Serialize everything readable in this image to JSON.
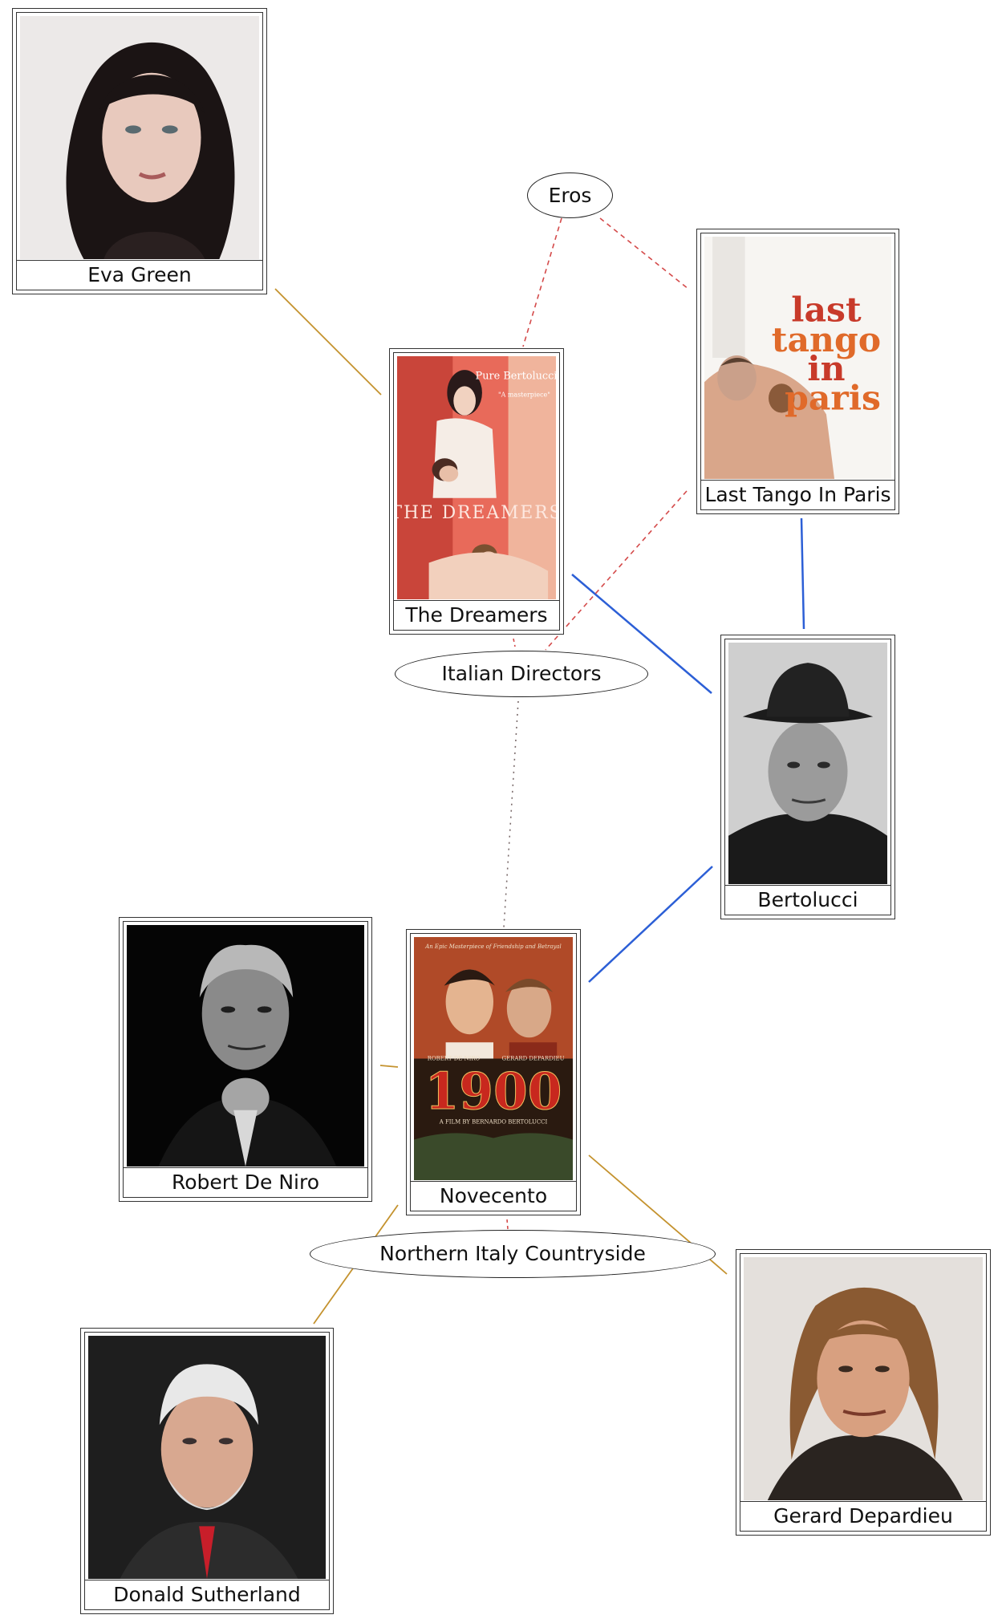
{
  "nodes": {
    "eva_green": {
      "label": "Eva Green",
      "picture": "portrait-photo"
    },
    "the_dreamers": {
      "label": "The Dreamers",
      "picture": "movie-poster"
    },
    "last_tango": {
      "label": "Last Tango In Paris",
      "picture": "movie-poster"
    },
    "bertolucci": {
      "label": "Bertolucci",
      "picture": "portrait-photo"
    },
    "novecento": {
      "label": "Novecento",
      "picture": "movie-poster"
    },
    "robert_de_niro": {
      "label": "Robert De Niro",
      "picture": "portrait-photo"
    },
    "donald_sutherland": {
      "label": "Donald Sutherland",
      "picture": "portrait-photo"
    },
    "gerard_depardieu": {
      "label": "Gerard Depardieu",
      "picture": "portrait-photo"
    }
  },
  "topics": {
    "eros": "Eros",
    "italian_directors": "Italian Directors",
    "northern_italy": "Northern Italy Countryside"
  },
  "posters": {
    "dreamers": {
      "tagline": "Pure Bertolucci",
      "quote1": "\"A masterpiece\"",
      "title": "THE DREAMERS"
    },
    "last_tango": {
      "title_line1": "last",
      "title_line2": "tango",
      "title_line3": "in",
      "title_line4": "paris"
    },
    "novecento": {
      "tagline": "An Epic Masterpiece of Friendship and Betrayal",
      "actor_left": "ROBERT DE NIRO",
      "actor_right": "GERARD DEPARDIEU",
      "title": "1900",
      "credit": "A FILM BY BERNARDO BERTOLUCCI"
    }
  },
  "edge_colors": {
    "directed_by": "#2c5fd6",
    "acted_in": "#c4922e",
    "topic_dashed": "#d44a4a",
    "topic_dotted": "#7a6a6a",
    "node_border": "#333333"
  }
}
